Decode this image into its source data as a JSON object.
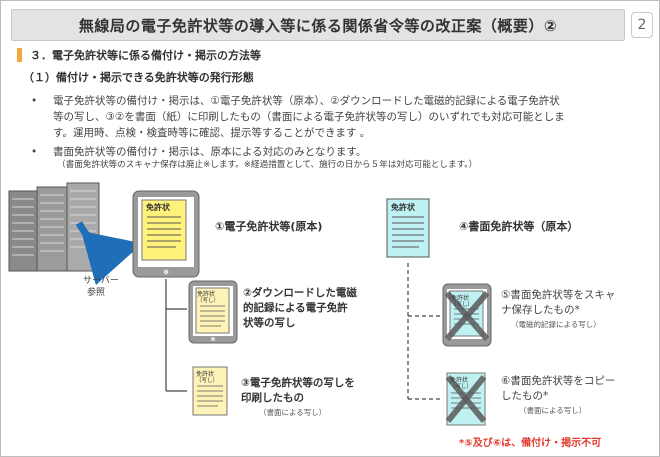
{
  "title": "無線局の電子免許状等の導入等に係る関係省令等の改正案（概要）②",
  "page_number": "2",
  "section_heading": "３．電子免許状等に係る備付け・掲示の方法等",
  "sub_heading": "（１）備付け・掲示できる免許状等の発行形態",
  "bullets": [
    {
      "symbol": "•",
      "lines": [
        "電子免許状等の備付け・掲示は、①電子免許状等（原本）、②ダウンロードした電磁的記録による電子免許状",
        "等の写し、③②を書面（紙）に印刷したもの（書面による電子免許状等の写し）のいずれでも対応可能としま",
        "す。運用時、点検・検査時等に確認、提示等することができます 。"
      ]
    },
    {
      "symbol": "•",
      "lines": [
        "書面免許状等の備付け・掲示は、原本による対応のみとなります。"
      ]
    }
  ],
  "note": "（書面免許状等のスキャナ保存は廃止※します。※経過措置として、施行の日から５年は対応可能とします。）",
  "diagram": {
    "server_label_1": "サーバー",
    "server_label_2": "参照",
    "doc_label_main": "免許状",
    "doc_label_copy": "免許状",
    "doc_label_copy_sub": "（写し）",
    "item1": "①電子免許状等(原本)",
    "item2_lines": [
      "②ダウンロードした電磁",
      "的記録による電子免許",
      "状等の写し"
    ],
    "item3_lines": [
      "③電子免許状等の写しを",
      "印刷したもの"
    ],
    "item3_sub": "（書面による写し）",
    "item4": "④書面免許状等（原本）",
    "item5_lines": [
      "⑤書面免許状等をスキャ",
      "ナ保存したもの*"
    ],
    "item5_sub": "（電磁的記録による写し）",
    "item6_lines": [
      "⑥書面免許状等をコピー",
      "したもの*"
    ],
    "item6_sub": "（書面による写し）"
  },
  "footnote": "*⑤及び⑥は、備付け・掲示不可",
  "colors": {
    "accent_orange": "#f2a93b",
    "doc_yellow": "#fff27a",
    "doc_cyan": "#bff0f2",
    "doc_cream": "#fdf2b8",
    "arrow_blue": "#1e6fb8",
    "footnote_red": "#e03b2c"
  }
}
